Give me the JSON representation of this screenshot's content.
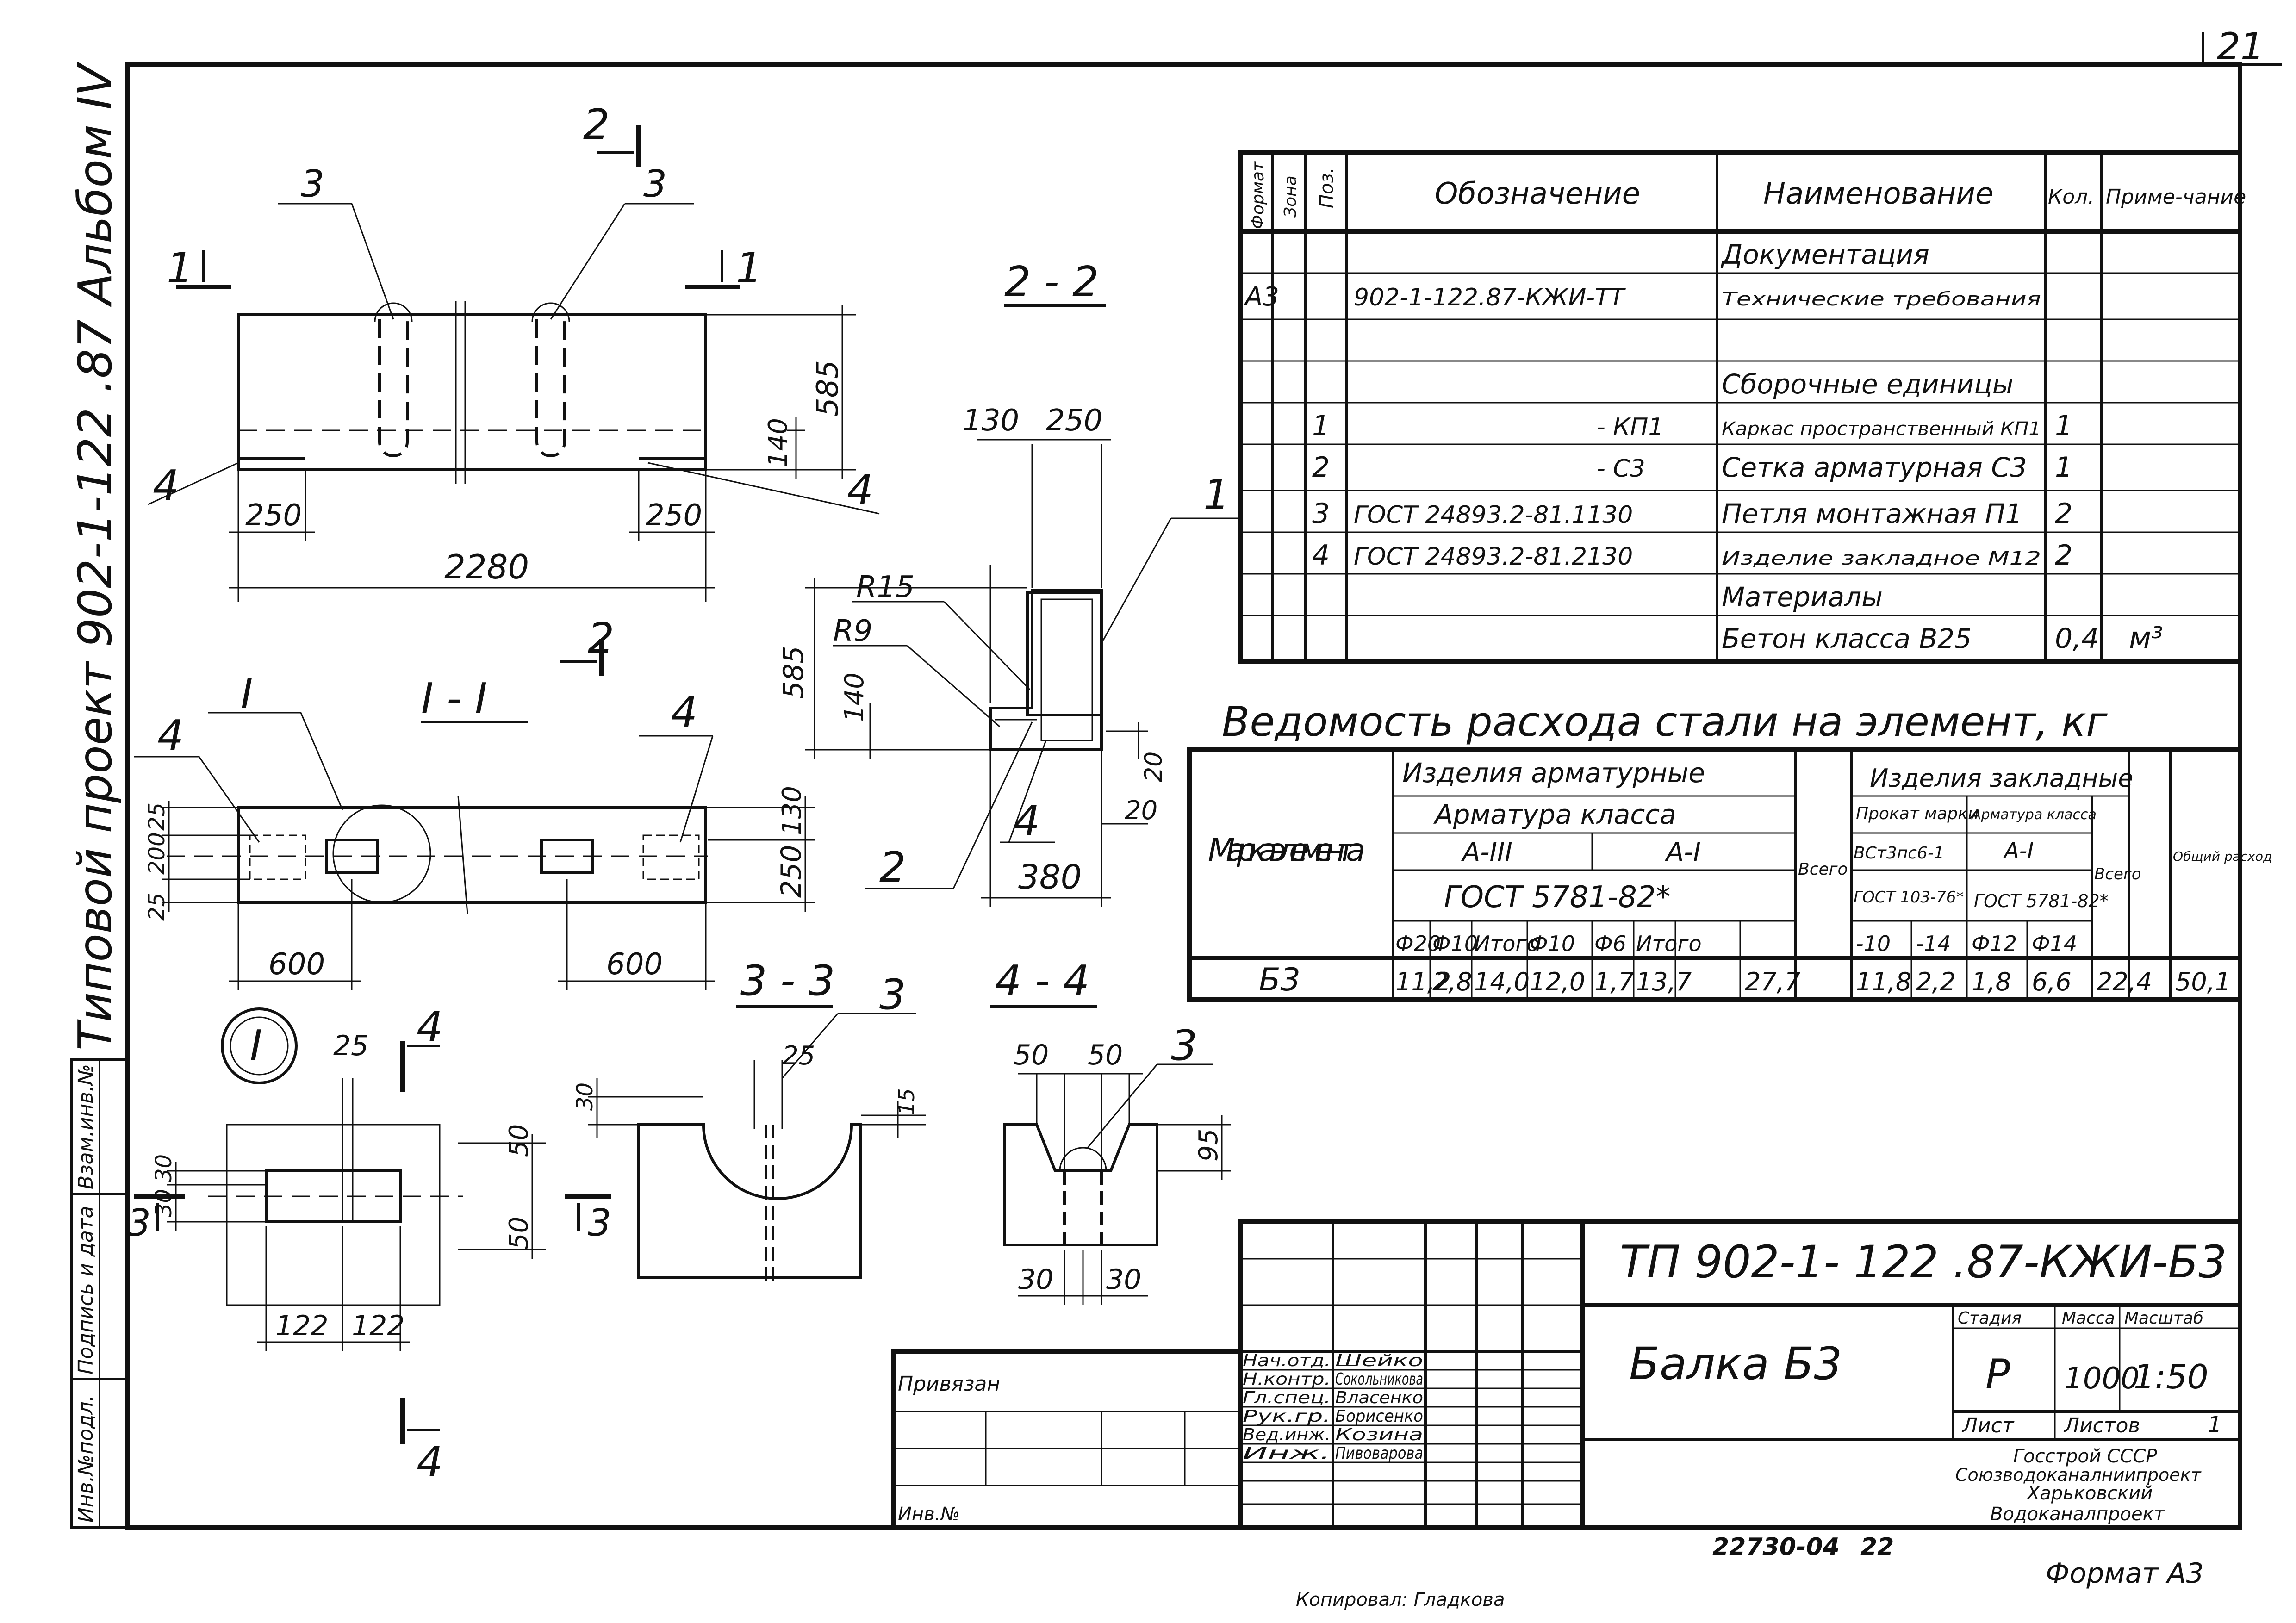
{
  "sheet": {
    "page_number": "21",
    "album_caption": "Типовой проект   902-1-122   .87   Альбом  IV",
    "archive_number": "22730-04",
    "archive_sheet": "22",
    "format_label": "Формат А3",
    "copied_label": "Копировал: Гладкова"
  },
  "side_stamp": [
    "Инв.№подл.",
    "Подпись и дата",
    "Взам.инв.№"
  ],
  "beam_view": {
    "markers": [
      "1",
      "1",
      "2",
      "2",
      "3",
      "3",
      "4",
      "4"
    ],
    "dims": [
      "585",
      "140",
      "250",
      "250",
      "2280"
    ]
  },
  "section_2_2": {
    "title": "2 - 2",
    "dims": [
      "130",
      "250",
      "R15",
      "R9",
      "585",
      "140",
      "20",
      "20",
      "380"
    ],
    "pos_labels": [
      "1",
      "2",
      "4"
    ]
  },
  "section_1_1": {
    "title": "I - I",
    "mark": "I",
    "pos_labels": [
      "4",
      "4"
    ],
    "dims": [
      "25",
      "200",
      "25",
      "130",
      "250",
      "600",
      "600"
    ]
  },
  "detail_I": {
    "mark": "I",
    "dims": [
      "25",
      "30",
      "30",
      "50",
      "50",
      "122",
      "122"
    ],
    "markers": [
      "4",
      "4",
      "3",
      "3"
    ]
  },
  "section_3_3": {
    "title": "3 - 3",
    "dims": [
      "25",
      "30",
      "15"
    ],
    "pos_label": "3"
  },
  "section_4_4": {
    "title": "4 - 4",
    "dims": [
      "50",
      "50",
      "95",
      "30",
      "30"
    ],
    "pos_label": "3"
  },
  "spec_table": {
    "headers": [
      "Формат",
      "Зона",
      "Поз.",
      "Обозначение",
      "Наименование",
      "Кол.",
      "Приме-чание"
    ],
    "rows": [
      {
        "format": "",
        "zone": "",
        "pos": "",
        "designation": "",
        "name": "Документация",
        "qty": "",
        "note": ""
      },
      {
        "format": "А3",
        "zone": "",
        "pos": "",
        "designation": "902-1-122.87-КЖИ-ТТ",
        "name": "Технические требования",
        "qty": "",
        "note": ""
      },
      {
        "format": "",
        "zone": "",
        "pos": "",
        "designation": "",
        "name": "",
        "qty": "",
        "note": ""
      },
      {
        "format": "",
        "zone": "",
        "pos": "",
        "designation": "",
        "name": "Сборочные единицы",
        "qty": "",
        "note": ""
      },
      {
        "format": "",
        "zone": "",
        "pos": "1",
        "designation": "- КП1",
        "name": "Каркас пространственный КП1",
        "qty": "1",
        "note": ""
      },
      {
        "format": "",
        "zone": "",
        "pos": "2",
        "designation": "- С3",
        "name": "Сетка арматурная  С3",
        "qty": "1",
        "note": ""
      },
      {
        "format": "",
        "zone": "",
        "pos": "3",
        "designation": "ГОСТ 24893.2-81.1130",
        "name": "Петля монтажная  П1",
        "qty": "2",
        "note": ""
      },
      {
        "format": "",
        "zone": "",
        "pos": "4",
        "designation": "ГОСТ 24893.2-81.2130",
        "name": "Изделие закладное  М12",
        "qty": "2",
        "note": ""
      },
      {
        "format": "",
        "zone": "",
        "pos": "",
        "designation": "",
        "name": "Материалы",
        "qty": "",
        "note": ""
      },
      {
        "format": "",
        "zone": "",
        "pos": "",
        "designation": "",
        "name": "Бетон класса В25",
        "qty": "0,4",
        "note": "м³"
      }
    ]
  },
  "steel_table": {
    "title": "Ведомость расхода стали на элемент, кг",
    "h_mark": "Марка элемента",
    "h_armature_items": "Изделия арматурные",
    "h_armature_class": "Арматура класса",
    "h_class_a3": "А-III",
    "h_class_a1": "А-I",
    "h_gost": "ГОСТ 5781-82*",
    "h_total": "Всего",
    "h_embedded": "Изделия закладные",
    "h_rolled": "Прокат марки",
    "h_rolled_grade": "ВСт3пс6-1",
    "h_rolled_gost": "ГОСТ 103-76*",
    "h_emb_class": "Арматура класса",
    "h_emb_class_a1": "А-I",
    "h_emb_gost": "ГОСТ 5781-82*",
    "h_emb_total": "Всего",
    "h_grand_total": "Общий расход",
    "sub_headers": [
      "Ф20",
      "Ф10",
      "Итого",
      "Ф10",
      "Ф6",
      "Итого",
      "-10",
      "-14",
      "Ф12",
      "Ф14"
    ],
    "row": {
      "mark": "Б3",
      "values": [
        "11,2",
        "2,8",
        "14,0",
        "12,0",
        "1,7",
        "13,7",
        "27,7",
        "11,8",
        "2,2",
        "1,8",
        "6,6",
        "22,4",
        "50,1"
      ]
    }
  },
  "title_block": {
    "code": "ТП 902-1- 122 .87-КЖИ-Б3",
    "name": "Балка  Б3",
    "stage_label": "Стадия",
    "mass_label": "Масса",
    "scale_label": "Масштаб",
    "stage": "Р",
    "mass": "1000",
    "scale": "1:50",
    "sheet_label": "Лист",
    "sheets_label": "Листов",
    "sheets": "1",
    "org": [
      "Госстрой СССР",
      "Союзводоканалниипроект",
      "Харьковский",
      "Водоканалпроект"
    ],
    "bound_label": "Привязан",
    "inv_label": "Инв.№",
    "staff": [
      {
        "role": "Нач.отд.",
        "name": "Шейко"
      },
      {
        "role": "Н.контр.",
        "name": "Сокольникова"
      },
      {
        "role": "Гл.спец.",
        "name": "Власенко"
      },
      {
        "role": "Рук.гр.",
        "name": "Борисенко"
      },
      {
        "role": "Вед.инж.",
        "name": "Козина"
      },
      {
        "role": "Инж.",
        "name": "Пивоварова"
      }
    ]
  }
}
